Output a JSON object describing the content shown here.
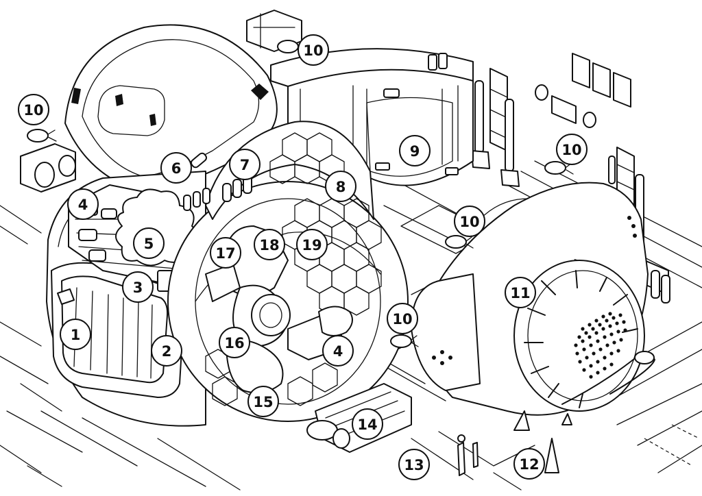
{
  "callouts": [
    {
      "label": "10"
    },
    {
      "label": "10"
    },
    {
      "label": "6"
    },
    {
      "label": "7"
    },
    {
      "label": "9"
    },
    {
      "label": "10"
    },
    {
      "label": "8"
    },
    {
      "label": "4"
    },
    {
      "label": "5"
    },
    {
      "label": "10"
    },
    {
      "label": "17"
    },
    {
      "label": "18"
    },
    {
      "label": "19"
    },
    {
      "label": "3"
    },
    {
      "label": "11"
    },
    {
      "label": "1"
    },
    {
      "label": "10"
    },
    {
      "label": "2"
    },
    {
      "label": "16"
    },
    {
      "label": "4"
    },
    {
      "label": "15"
    },
    {
      "label": "14"
    },
    {
      "label": "13"
    },
    {
      "label": "12"
    }
  ]
}
